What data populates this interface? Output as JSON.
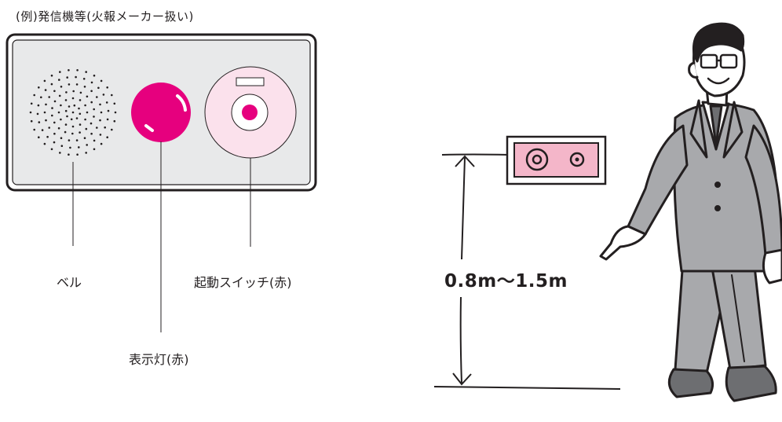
{
  "caption": "(例)発信機等(火報メーカー扱い)",
  "labels": {
    "bell": "ベル",
    "start_switch": "起動スイッチ(赤)",
    "indicator_lamp": "表示灯(赤)"
  },
  "measurement": "0.8m〜1.5m",
  "colors": {
    "panel_fill": "#e8e9ea",
    "panel_stroke": "#231f20",
    "indicator": "#e6007e",
    "switch_disc": "#fbe1ec",
    "switch_button": "#e6007e",
    "wall_box": "#f4b6c9",
    "suit": "#a8a9ac"
  },
  "icons": {
    "bell": "speaker-grille-icon",
    "indicator": "lamp-icon",
    "switch": "push-button-icon",
    "person": "businessman-illustration"
  }
}
